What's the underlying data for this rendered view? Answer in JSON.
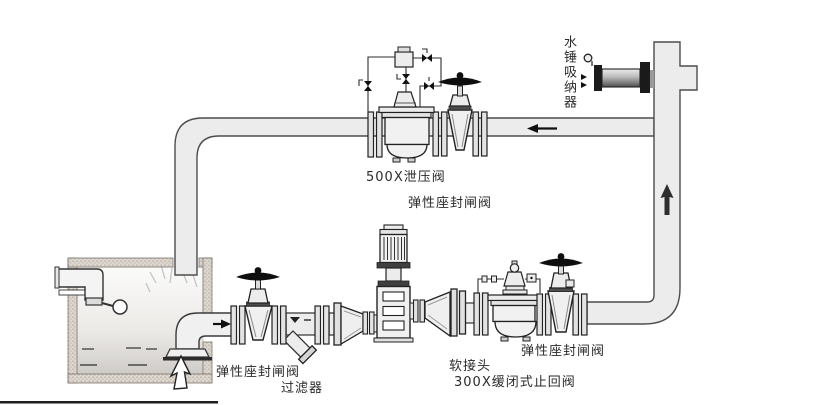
{
  "diagram": {
    "type": "piping-installation-diagram",
    "labels": {
      "water_hammer_absorber": "水锤吸纳器",
      "relief_valve_500x": "500X泄压阀",
      "gate_valve_top": "弹性座封闸阀",
      "gate_valve_suction": "弹性座封闸阀",
      "strainer": "过滤器",
      "flexible_joint": "软接头",
      "check_valve_300x": "300X缓闭式止回阀",
      "gate_valve_discharge": "弹性座封闸阀"
    },
    "flow_arrows": [
      "left (top pipe)",
      "up (right riser)",
      "right (tank outlet)",
      "up (suction bell)"
    ],
    "colors": {
      "line": "#3a3a3a",
      "pipe_fill": "#ececec",
      "handwheel": "#111111",
      "tank_wall": "#ddd7cf",
      "absorber_flange": "#1a1a1a",
      "background": "#ffffff"
    }
  }
}
